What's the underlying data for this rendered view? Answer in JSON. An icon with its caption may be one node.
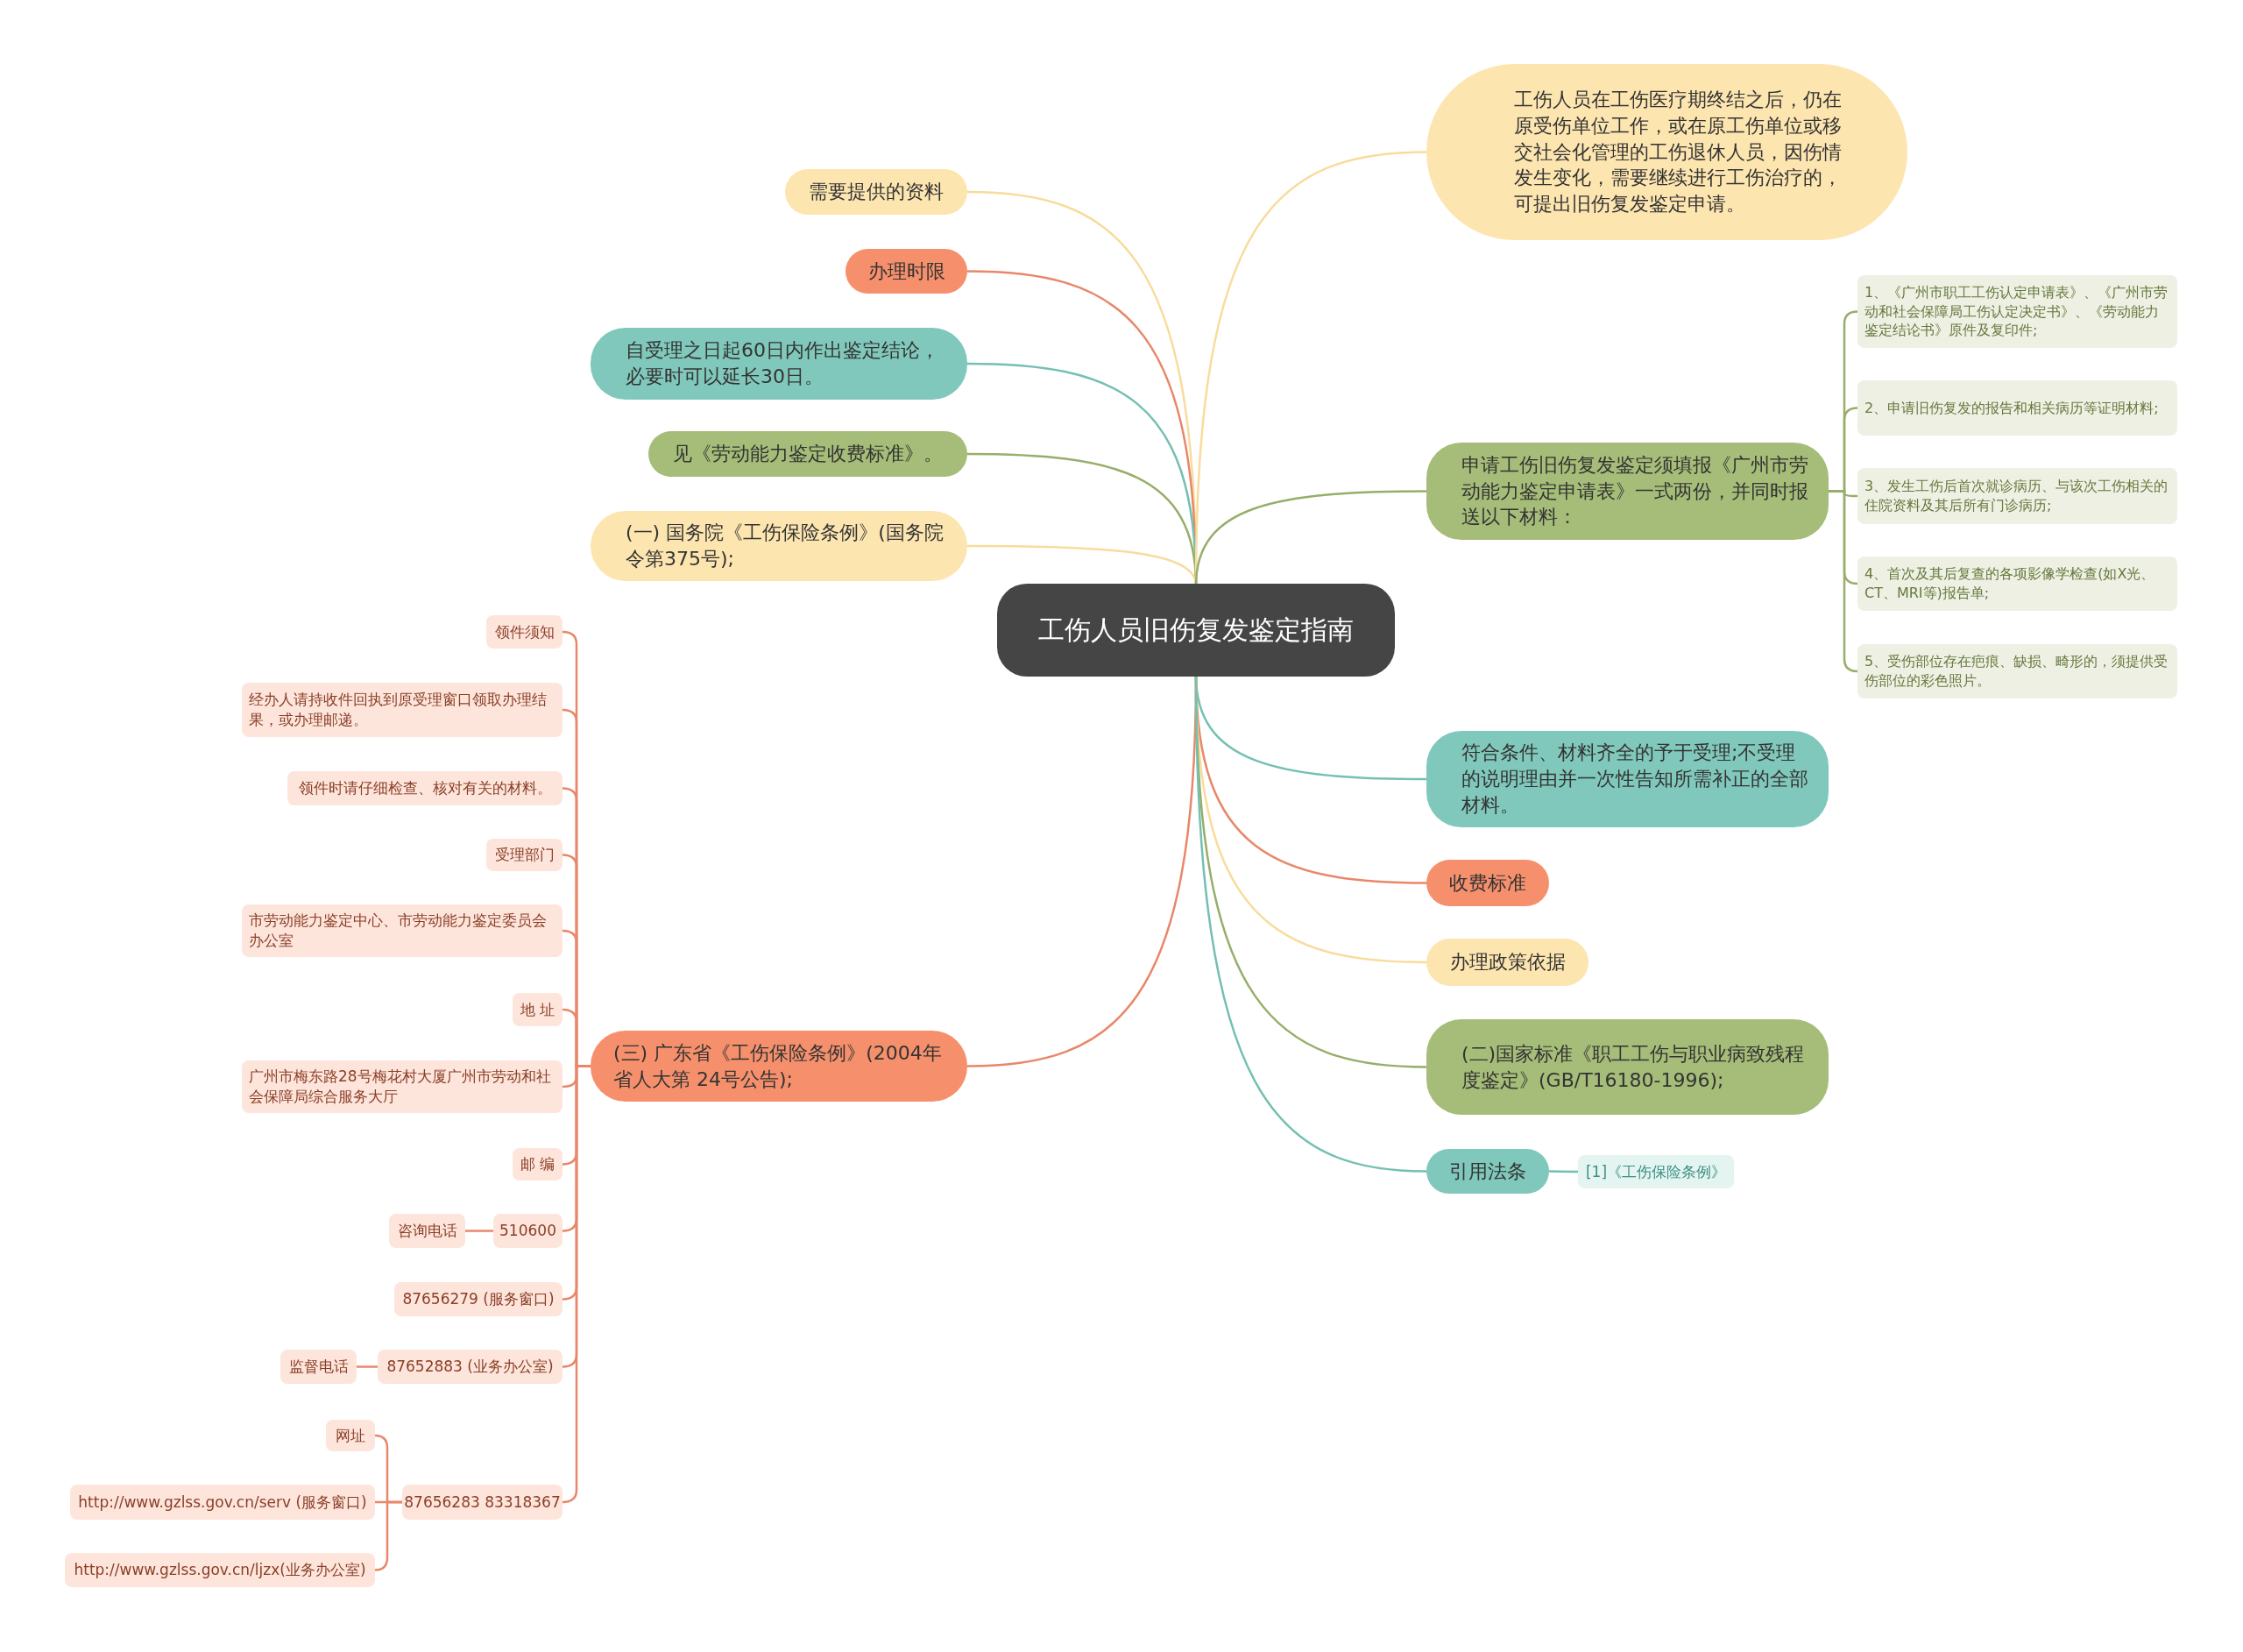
{
  "diagram": {
    "nodes": [
      {
        "text": [
          "工伤人员旧伤复发鉴定指南"
        ]
      },
      {
        "text": [
          "需要提供的资料"
        ]
      },
      {
        "text": [
          "办理时限"
        ]
      },
      {
        "text": [
          "自受理之日起60日内作出鉴定结论，必要时可以延长30日。"
        ]
      },
      {
        "text": [
          "见《劳动能力鉴定收费标准》。"
        ]
      },
      {
        "text": [
          "(一) 国务院《工伤保险条例》(国务院令第375号);"
        ]
      },
      {
        "text": [
          "(三) 广东省《工伤保险条例》(2004年省人大第 24号公告);"
        ]
      },
      {
        "text": [
          "领件须知"
        ]
      },
      {
        "text": [
          "经办人请持收件回执到原受理窗口领取办理结果，或办理邮递。"
        ]
      },
      {
        "text": [
          "领件时请仔细检查、核对有关的材料。"
        ]
      },
      {
        "text": [
          "受理部门"
        ]
      },
      {
        "text": [
          "市劳动能力鉴定中心、市劳动能力鉴定委员会办公室"
        ]
      },
      {
        "text": [
          "地 址"
        ]
      },
      {
        "text": [
          "广州市梅东路28号梅花村大厦广州市劳动和社会保障局综合服务大厅"
        ]
      },
      {
        "text": [
          "邮 编"
        ]
      },
      {
        "text": [
          "510600"
        ]
      },
      {
        "text": [
          "咨询电话"
        ]
      },
      {
        "text": [
          "87656279 (服务窗口)"
        ]
      },
      {
        "text": [
          "87652883 (业务办公室)"
        ]
      },
      {
        "text": [
          "监督电话"
        ]
      },
      {
        "text": [
          "87656283 83318367"
        ]
      },
      {
        "text": [
          "网址"
        ]
      },
      {
        "text": [
          "http://www.gzlss.gov.cn/serv (服务窗口)"
        ]
      },
      {
        "text": [
          "http://www.gzlss.gov.cn/ljzx(业务办公室)"
        ]
      },
      {
        "text": [
          "工伤人员在工伤医疗期终结之后，仍在原受伤单位工作，或在原工伤单位或移交社会化管理的工伤退休人员，因伤情发生变化，需要继续进行工伤治疗的，可提出旧伤复发鉴定申请。"
        ]
      },
      {
        "text": [
          "申请工伤旧伤复发鉴定须填报《广州市劳动能力鉴定申请表》一式两份，并同时报送以下材料："
        ]
      },
      {
        "text": [
          "1、《广州市职工工伤认定申请表》、《广州市劳动和社会保障局工伤认定决定书》、《劳动能力鉴定结论书》原件及复印件;"
        ]
      },
      {
        "text": [
          "2、申请旧伤复发的报告和相关病历等证明材料;"
        ]
      },
      {
        "text": [
          "3、发生工伤后首次就诊病历、与该次工伤相关的住院资料及其后所有门诊病历;"
        ]
      },
      {
        "text": [
          "4、首次及其后复查的各项影像学检查(如X光、CT、MRI等)报告单;"
        ]
      },
      {
        "text": [
          "5、受伤部位存在疤痕、缺损、畸形的，须提供受伤部位的彩色照片。"
        ]
      },
      {
        "text": [
          "符合条件、材料齐全的予于受理;不受理的说明理由并一次性告知所需补正的全部材料。"
        ]
      },
      {
        "text": [
          "收费标准"
        ]
      },
      {
        "text": [
          "办理政策依据"
        ]
      },
      {
        "text": [
          "(二)国家标准《职工工伤与职业病致残程度鉴定》(GB/T16180-1996);"
        ]
      },
      {
        "text": [
          "引用法条"
        ]
      },
      {
        "text": [
          "[1]《工伤保险条例》"
        ]
      }
    ],
    "edges": [
      {
        "from": 0,
        "to": 1,
        "arrow": "none",
        "color": "#f8dc9c"
      },
      {
        "from": 0,
        "to": 2,
        "arrow": "none"
      },
      {
        "from": 0,
        "to": 3,
        "arrow": "none",
        "color": "#74c0b2"
      },
      {
        "from": 0,
        "to": 4,
        "arrow": "none",
        "color": "#97ae6b"
      },
      {
        "from": 0,
        "to": 5,
        "arrow": "none",
        "color": "#f8dc9c"
      },
      {
        "from": 0,
        "to": 6,
        "arrow": "none"
      },
      {
        "from": 6,
        "to": 7,
        "arrow": "none"
      },
      {
        "from": 6,
        "to": 8,
        "arrow": "none"
      },
      {
        "from": 6,
        "to": 9,
        "arrow": "none"
      },
      {
        "from": 6,
        "to": 10,
        "arrow": "none"
      },
      {
        "from": 6,
        "to": 11,
        "arrow": "none"
      },
      {
        "from": 6,
        "to": 12,
        "arrow": "none"
      },
      {
        "from": 6,
        "to": 13,
        "arrow": "none"
      },
      {
        "from": 6,
        "to": 14,
        "arrow": "none"
      },
      {
        "from": 6,
        "to": 15,
        "arrow": "none"
      },
      {
        "from": 15,
        "to": 16,
        "arrow": "none"
      },
      {
        "from": 6,
        "to": 17,
        "arrow": "none"
      },
      {
        "from": 6,
        "to": 18,
        "arrow": "none"
      },
      {
        "from": 18,
        "to": 19,
        "arrow": "none"
      },
      {
        "from": 6,
        "to": 20,
        "arrow": "none"
      },
      {
        "from": 20,
        "to": 21,
        "arrow": "none"
      },
      {
        "from": 20,
        "to": 22,
        "arrow": "none"
      },
      {
        "from": 20,
        "to": 23,
        "arrow": "none"
      },
      {
        "from": 0,
        "to": 24,
        "arrow": "none",
        "color": "#f8dc9c"
      },
      {
        "from": 0,
        "to": 25,
        "arrow": "none",
        "color": "#97ae6b"
      },
      {
        "from": 25,
        "to": 26,
        "arrow": "none",
        "color": "#97ae6b"
      },
      {
        "from": 25,
        "to": 27,
        "arrow": "none",
        "color": "#97ae6b"
      },
      {
        "from": 25,
        "to": 28,
        "arrow": "none",
        "color": "#97ae6b"
      },
      {
        "from": 25,
        "to": 29,
        "arrow": "none",
        "color": "#97ae6b"
      },
      {
        "from": 25,
        "to": 30,
        "arrow": "none",
        "color": "#97ae6b"
      },
      {
        "from": 0,
        "to": 31,
        "arrow": "none",
        "color": "#74c0b2"
      },
      {
        "from": 0,
        "to": 32,
        "arrow": "none"
      },
      {
        "from": 0,
        "to": 33,
        "arrow": "none",
        "color": "#f8dc9c"
      },
      {
        "from": 0,
        "to": 34,
        "arrow": "none",
        "color": "#97ae6b"
      },
      {
        "from": 0,
        "to": 35,
        "arrow": "none",
        "color": "#74c0b2"
      },
      {
        "from": 35,
        "to": 36,
        "arrow": "none",
        "color": "#74c0b2"
      }
    ]
  }
}
